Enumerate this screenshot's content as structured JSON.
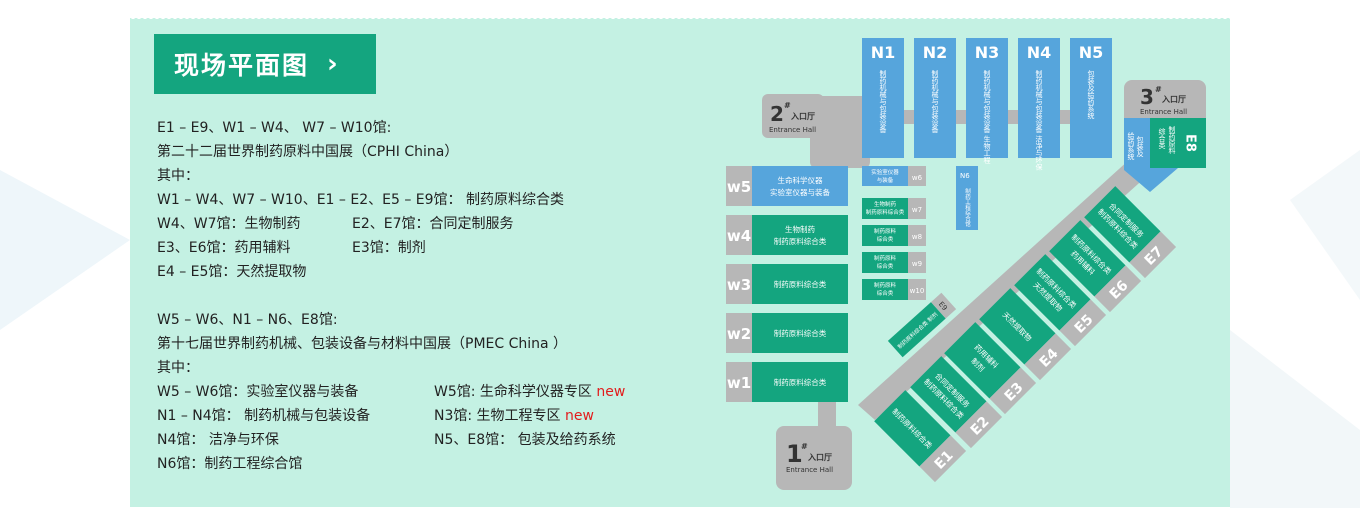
{
  "title": {
    "label": "现场平面图",
    "chevron": "›"
  },
  "legend": {
    "group1": [
      "E1 – E9、W1 – W4、 W7 – W10馆:",
      "第二十二届世界制药原料中国展（CPHI China）",
      "其中：",
      "W1 – W4、W7 – W10、E1 – E2、E5 – E9馆： 制药原料综合类",
      "W4、W7馆：生物制药",
      "E2、E7馆：合同定制服务",
      "E3、E6馆：药用辅料",
      "E3馆：制剂",
      "E4 – E5馆：天然提取物"
    ],
    "group2": [
      "W5 – W6、N1 – N6、E8馆:",
      "第十七届世界制药机械、包装设备与材料中国展（PMEC China ）",
      "其中：",
      "W5 – W6馆：实验室仪器与装备",
      "W5馆: 生命科学仪器专区 ",
      "N1 – N4馆： 制药机械与包装设备",
      "N3馆: 生物工程专区 ",
      "N4馆： 洁净与环保",
      "N5、E8馆： 包装及给药系统",
      "N6馆：制药工程综合馆"
    ],
    "new_tag": "new"
  },
  "map": {
    "colors": {
      "green": "#14a57f",
      "blue": "#56a5dc",
      "gray": "#b7b7b7",
      "panel": "#c4f1e3"
    },
    "entrances": [
      {
        "number": "1",
        "sup": "#",
        "cn": "入口厅",
        "en": "Entrance Hall"
      },
      {
        "number": "2",
        "sup": "#",
        "cn": "入口厅",
        "en": "Entrance Hall"
      },
      {
        "number": "3",
        "sup": "#",
        "cn": "入口厅",
        "en": "Entrance Hall"
      }
    ],
    "north_halls": [
      {
        "id": "N1",
        "text": "制药机械与包装设备"
      },
      {
        "id": "N2",
        "text": "制药机械与包装设备"
      },
      {
        "id": "N3",
        "text": "制药机械与包装设备 生物工程"
      },
      {
        "id": "N4",
        "text": "制药机械与包装设备 洁净与环保"
      },
      {
        "id": "N5",
        "text": "包装及给药系统"
      }
    ],
    "west_halls": [
      {
        "id": "w5",
        "text": [
          "生命科学仪器",
          "实验室仪器与装备"
        ]
      },
      {
        "id": "w4",
        "text": [
          "生物制药",
          "制药原料综合类"
        ]
      },
      {
        "id": "w3",
        "text": [
          "制药原料综合类"
        ]
      },
      {
        "id": "w2",
        "text": [
          "制药原料综合类"
        ]
      },
      {
        "id": "w1",
        "text": [
          "制药原料综合类"
        ]
      }
    ],
    "small_halls": [
      {
        "id": "w6",
        "text": [
          "实验室仪器",
          "与装备"
        ]
      },
      {
        "id": "w7",
        "text": [
          "生物制药",
          "制药原料综合类"
        ]
      },
      {
        "id": "w8",
        "text": [
          "制药原料",
          "综合类"
        ]
      },
      {
        "id": "w9",
        "text": [
          "制药原料",
          "综合类"
        ]
      },
      {
        "id": "w10",
        "text": [
          "制药原料",
          "综合类"
        ]
      }
    ],
    "n6": {
      "id": "N6",
      "text": "制药工程综合馆"
    },
    "e8": {
      "id": "E8",
      "text": [
        "包装及",
        "给药系统",
        "制药原料",
        "综合类"
      ]
    },
    "e9": {
      "id": "E9",
      "text": "制药原料综合类 制剂"
    },
    "east_halls": [
      {
        "id": "E1",
        "text": [
          "制药原料综合类"
        ]
      },
      {
        "id": "E2",
        "text": [
          "合同定制服务",
          "制药原料综合类"
        ]
      },
      {
        "id": "E3",
        "text": [
          "药用辅料",
          "制剂"
        ]
      },
      {
        "id": "E4",
        "text": [
          "天然提取物"
        ]
      },
      {
        "id": "E5",
        "text": [
          "制药原料综合类",
          "天然提取物"
        ]
      },
      {
        "id": "E6",
        "text": [
          "制药原料综合类",
          "药用辅料"
        ]
      },
      {
        "id": "E7",
        "text": [
          "合同定制服务",
          "制药原料综合类"
        ]
      }
    ]
  }
}
